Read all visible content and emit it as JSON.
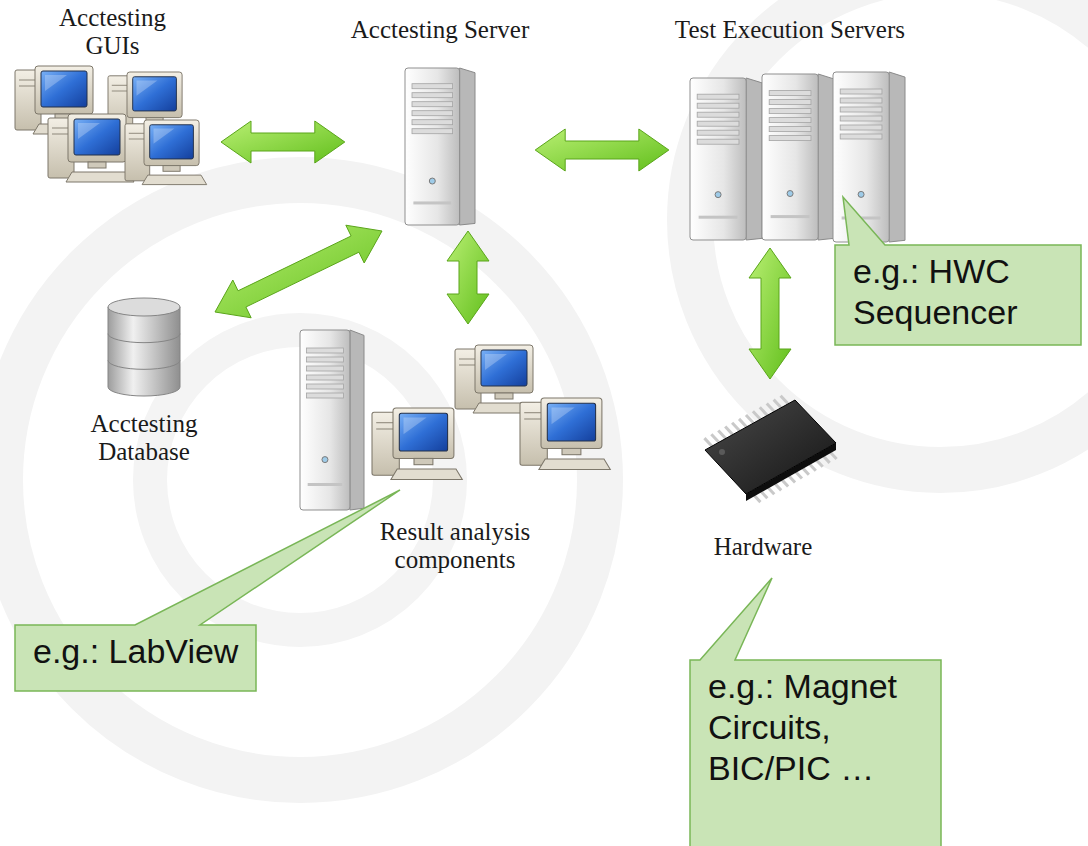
{
  "diagram": {
    "nodes": [
      {
        "text": [
          "Acctesting GUIs"
        ]
      },
      {
        "text": [
          "Acctesting Server"
        ]
      },
      {
        "text": [
          "Test Execution Servers"
        ]
      },
      {
        "text": [
          "e.g.: HWC Sequencer"
        ]
      },
      {
        "text": [
          "Acctesting Database"
        ]
      },
      {
        "text": [
          "Result analysis components"
        ]
      },
      {
        "text": [
          "Hardware"
        ]
      },
      {
        "text": [
          "e.g.: LabView"
        ]
      },
      {
        "text": [
          "e.g.: Magnet Circuits, BIC/PIC …"
        ]
      }
    ],
    "edges": [
      {
        "from": 0,
        "to": 1,
        "arrow": "both"
      },
      {
        "from": 1,
        "to": 2,
        "arrow": "both"
      },
      {
        "from": 4,
        "to": 1,
        "arrow": "both"
      },
      {
        "from": 1,
        "to": 5,
        "arrow": "both"
      },
      {
        "from": 2,
        "to": 6,
        "arrow": "both"
      }
    ]
  }
}
